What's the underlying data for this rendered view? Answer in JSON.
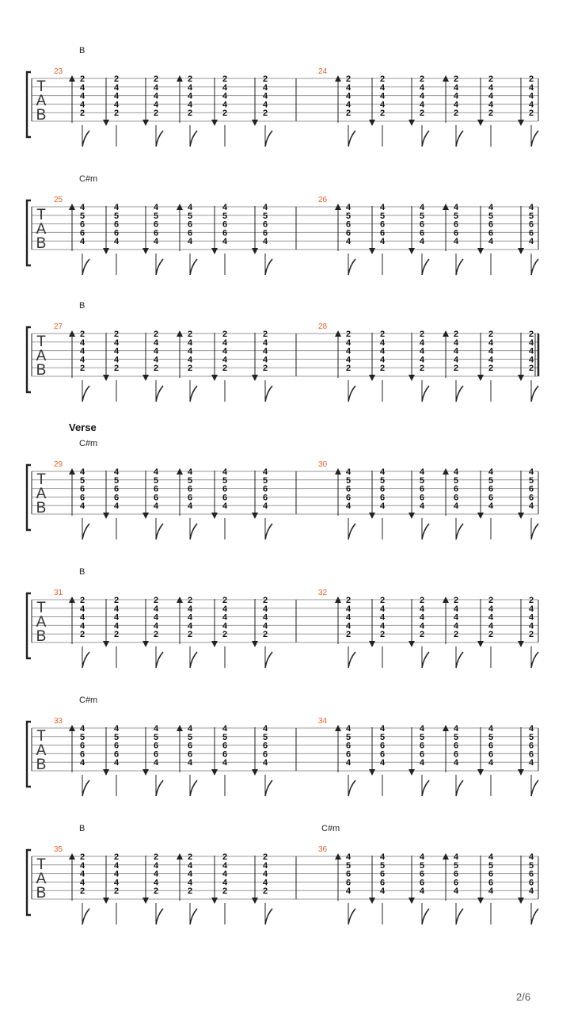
{
  "page": {
    "number_label": "2/6"
  },
  "score": {
    "clef": [
      "T",
      "A",
      "B"
    ],
    "chord_shapes": {
      "B": [
        "2",
        "4",
        "4",
        "4",
        "2"
      ],
      "C#m": [
        "4",
        "5",
        "6",
        "6",
        "4"
      ]
    },
    "strum_pattern": [
      "up",
      "down",
      "down",
      "up",
      "down",
      "down"
    ],
    "systems": [
      {
        "section": "",
        "chords": [
          {
            "name": "B",
            "measure_index": 0
          }
        ],
        "measures": [
          {
            "number": "23",
            "chord": "B"
          },
          {
            "number": "24",
            "chord": "B"
          }
        ],
        "end_barline": "single"
      },
      {
        "section": "",
        "chords": [
          {
            "name": "C#m",
            "measure_index": 0
          }
        ],
        "measures": [
          {
            "number": "25",
            "chord": "C#m"
          },
          {
            "number": "26",
            "chord": "C#m"
          }
        ],
        "end_barline": "single"
      },
      {
        "section": "",
        "chords": [
          {
            "name": "B",
            "measure_index": 0
          }
        ],
        "measures": [
          {
            "number": "27",
            "chord": "B"
          },
          {
            "number": "28",
            "chord": "B"
          }
        ],
        "end_barline": "double"
      },
      {
        "section": "Verse",
        "chords": [
          {
            "name": "C#m",
            "measure_index": 0
          }
        ],
        "measures": [
          {
            "number": "29",
            "chord": "C#m"
          },
          {
            "number": "30",
            "chord": "C#m"
          }
        ],
        "end_barline": "single"
      },
      {
        "section": "",
        "chords": [
          {
            "name": "B",
            "measure_index": 0
          }
        ],
        "measures": [
          {
            "number": "31",
            "chord": "B"
          },
          {
            "number": "32",
            "chord": "B"
          }
        ],
        "end_barline": "single"
      },
      {
        "section": "",
        "chords": [
          {
            "name": "C#m",
            "measure_index": 0
          }
        ],
        "measures": [
          {
            "number": "33",
            "chord": "C#m"
          },
          {
            "number": "34",
            "chord": "C#m"
          }
        ],
        "end_barline": "single"
      },
      {
        "section": "",
        "chords": [
          {
            "name": "B",
            "measure_index": 0
          },
          {
            "name": "C#m",
            "measure_index": 1
          }
        ],
        "measures": [
          {
            "number": "35",
            "chord": "B"
          },
          {
            "number": "36",
            "chord": "C#m"
          }
        ],
        "end_barline": "single"
      }
    ]
  }
}
